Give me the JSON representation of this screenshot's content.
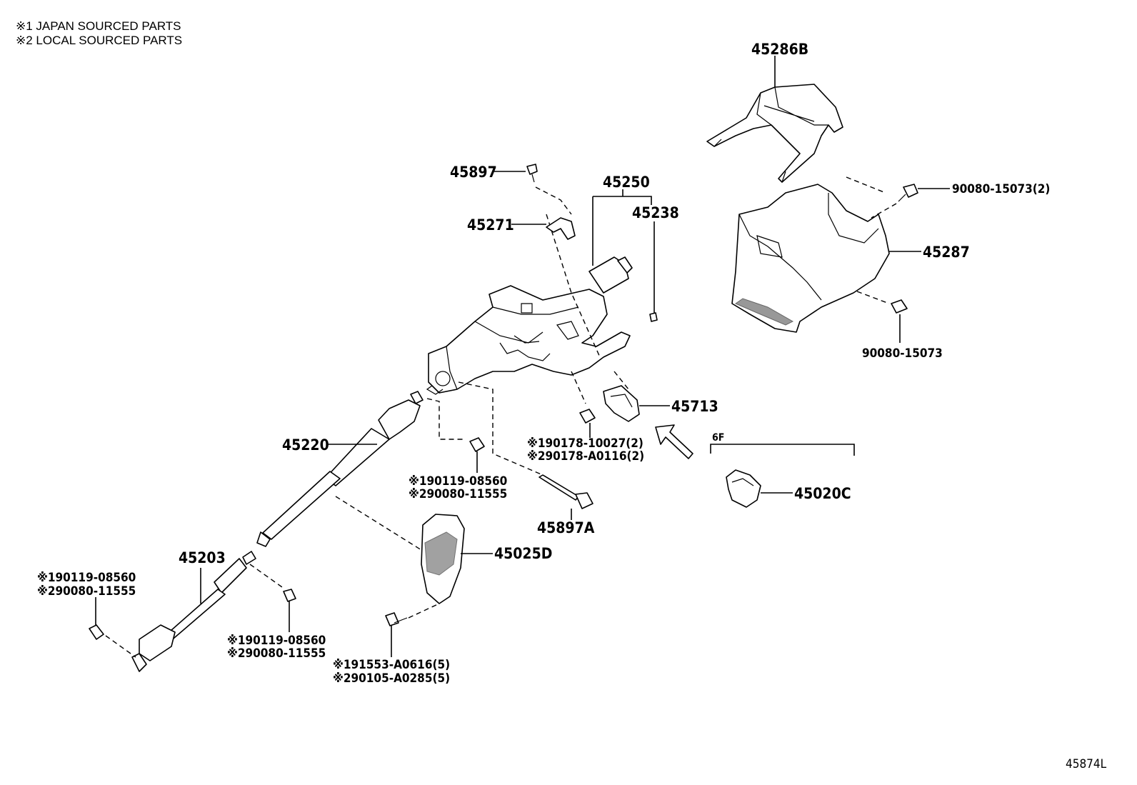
{
  "legend": {
    "line1": "※1 JAPAN SOURCED PARTS",
    "line2": "※2 LOCAL SOURCED PARTS"
  },
  "labels": {
    "p45286B": "45286B",
    "p90080_15073_2": "90080-15073(2)",
    "p45287": "45287",
    "p90080_15073": "90080-15073",
    "p45897": "45897",
    "p45250": "45250",
    "p45238": "45238",
    "p45271": "45271",
    "p45713": "45713",
    "p6F": "6F",
    "p45020C": "45020C",
    "p45220": "45220",
    "p90178_a": "※190178-10027(2)",
    "p90178_b": "※290178-A0116(2)",
    "p90119_a": "※190119-08560",
    "p90080_11555_a": "※290080-11555",
    "p45897A": "45897A",
    "p45025D": "45025D",
    "p45203": "45203",
    "p90119_b": "※190119-08560",
    "p90080_11555_b": "※290080-11555",
    "p90119_c": "※190119-08560",
    "p90080_11555_c": "※290080-11555",
    "p91553": "※191553-A0616(5)",
    "p90105": "※290105-A0285(5)",
    "footer_code": "45874L"
  }
}
